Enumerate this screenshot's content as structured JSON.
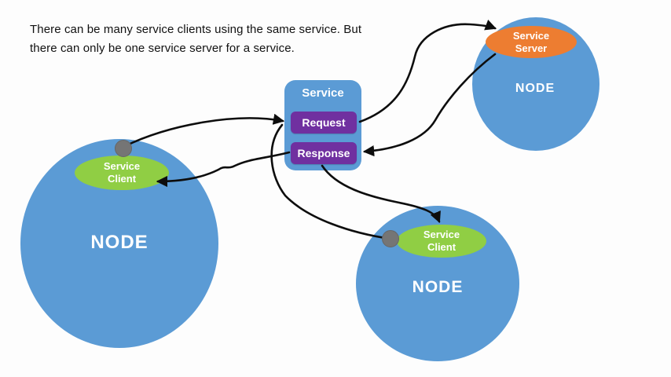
{
  "annotation": {
    "line1": "There can be many service clients using the same service. But",
    "line2": "there can only be one service server for a service."
  },
  "service_box": {
    "title": "Service",
    "request_label": "Request",
    "response_label": "Response"
  },
  "nodes": {
    "left": {
      "label": "NODE",
      "badge": {
        "line1": "Service",
        "line2": "Client"
      }
    },
    "top_right": {
      "label": "NODE",
      "badge": {
        "line1": "Service",
        "line2": "Server"
      }
    },
    "bottom": {
      "label": "NODE",
      "badge": {
        "line1": "Service",
        "line2": "Client"
      }
    }
  },
  "colors": {
    "node_blue": "#5b9bd5",
    "client_green": "#90ce44",
    "server_orange": "#ed7d31",
    "box_purple": "#7030a0",
    "dot_gray": "#757575",
    "arrow_black": "#0d0d0d",
    "text_dark": "#111111",
    "label_white": "#ffffff",
    "background": "#fdfdfd"
  }
}
